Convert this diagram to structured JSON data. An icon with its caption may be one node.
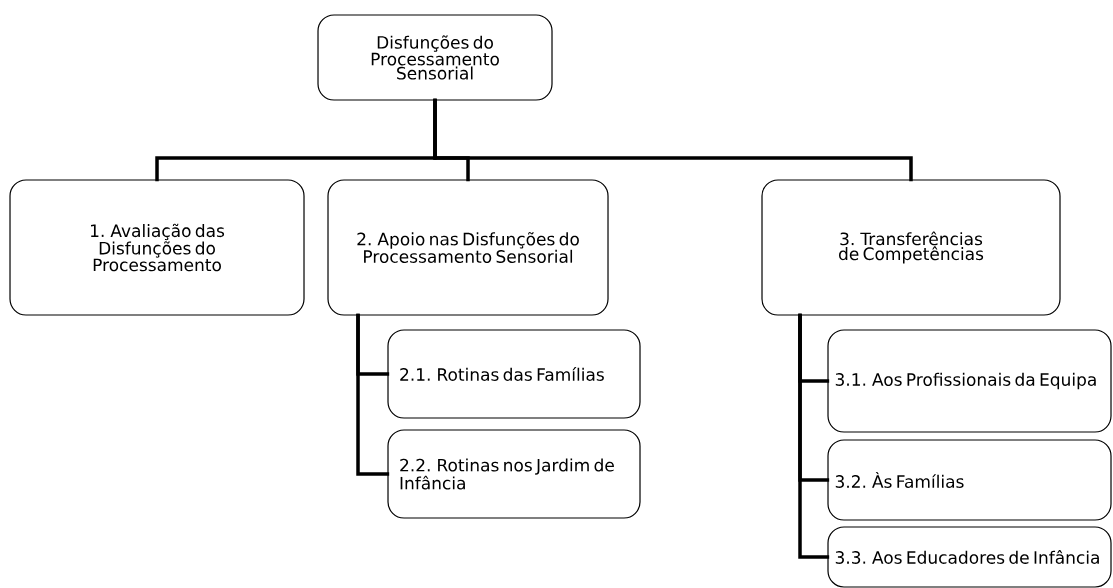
{
  "diagram": {
    "nodes": [
      {
        "text": [
          "Disfunções do Processamento Sensorial"
        ]
      },
      {
        "text": [
          "1. Avaliação das Disfunções do Processamento"
        ]
      },
      {
        "text": [
          "2. Apoio nas Disfunções do Processamento Sensorial"
        ]
      },
      {
        "text": [
          "3. Transferências de Competências"
        ]
      },
      {
        "text": [
          "2.1. Rotinas das Famílias"
        ]
      },
      {
        "text": [
          "2.2. Rotinas nos Jardim de Infância"
        ]
      },
      {
        "text": [
          "3.1. Aos Profissionais da Equipa"
        ]
      },
      {
        "text": [
          "3.2. Às Famílias"
        ]
      },
      {
        "text": [
          "3.3. Aos Educadores de Infância"
        ]
      }
    ],
    "edges": [
      {
        "from": 0,
        "to": 1,
        "arrow": "none"
      },
      {
        "from": 0,
        "to": 2,
        "arrow": "none"
      },
      {
        "from": 0,
        "to": 3,
        "arrow": "none"
      },
      {
        "from": 2,
        "to": 4,
        "arrow": "none"
      },
      {
        "from": 2,
        "to": 5,
        "arrow": "none"
      },
      {
        "from": 3,
        "to": 6,
        "arrow": "none"
      },
      {
        "from": 3,
        "to": 7,
        "arrow": "none"
      },
      {
        "from": 3,
        "to": 8,
        "arrow": "none"
      }
    ]
  }
}
